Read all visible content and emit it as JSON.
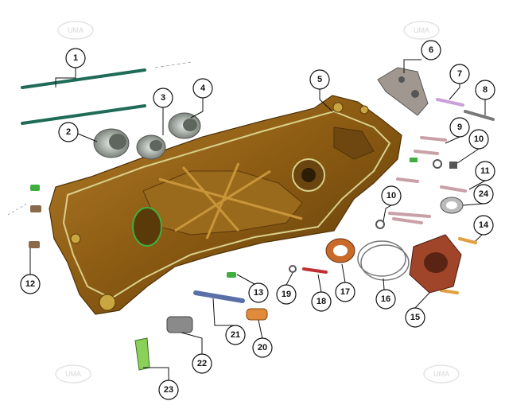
{
  "watermark_text": "UMA",
  "colors": {
    "case_main": "#8a5a12",
    "case_light": "#b07b26",
    "case_dark": "#4f3208",
    "gasket": "#d9d08a",
    "bearing": "#a8b0a8",
    "rod": "#1f6b57",
    "bolt": "#c9a0a8",
    "copper": "#c86a2a",
    "green": "#3fae3f",
    "blue": "#5a6fa8",
    "gray": "#8a8a8a"
  },
  "callouts": [
    {
      "label": "1"
    },
    {
      "label": "2"
    },
    {
      "label": "3"
    },
    {
      "label": "4"
    },
    {
      "label": "5"
    },
    {
      "label": "6"
    },
    {
      "label": "7"
    },
    {
      "label": "8"
    },
    {
      "label": "9"
    },
    {
      "label": "10"
    },
    {
      "label": "11"
    },
    {
      "label": "24"
    },
    {
      "label": "10"
    },
    {
      "label": "14"
    },
    {
      "label": "12"
    },
    {
      "label": "13"
    },
    {
      "label": "19"
    },
    {
      "label": "18"
    },
    {
      "label": "17"
    },
    {
      "label": "16"
    },
    {
      "label": "15"
    },
    {
      "label": "21"
    },
    {
      "label": "20"
    },
    {
      "label": "22"
    },
    {
      "label": "23"
    }
  ]
}
